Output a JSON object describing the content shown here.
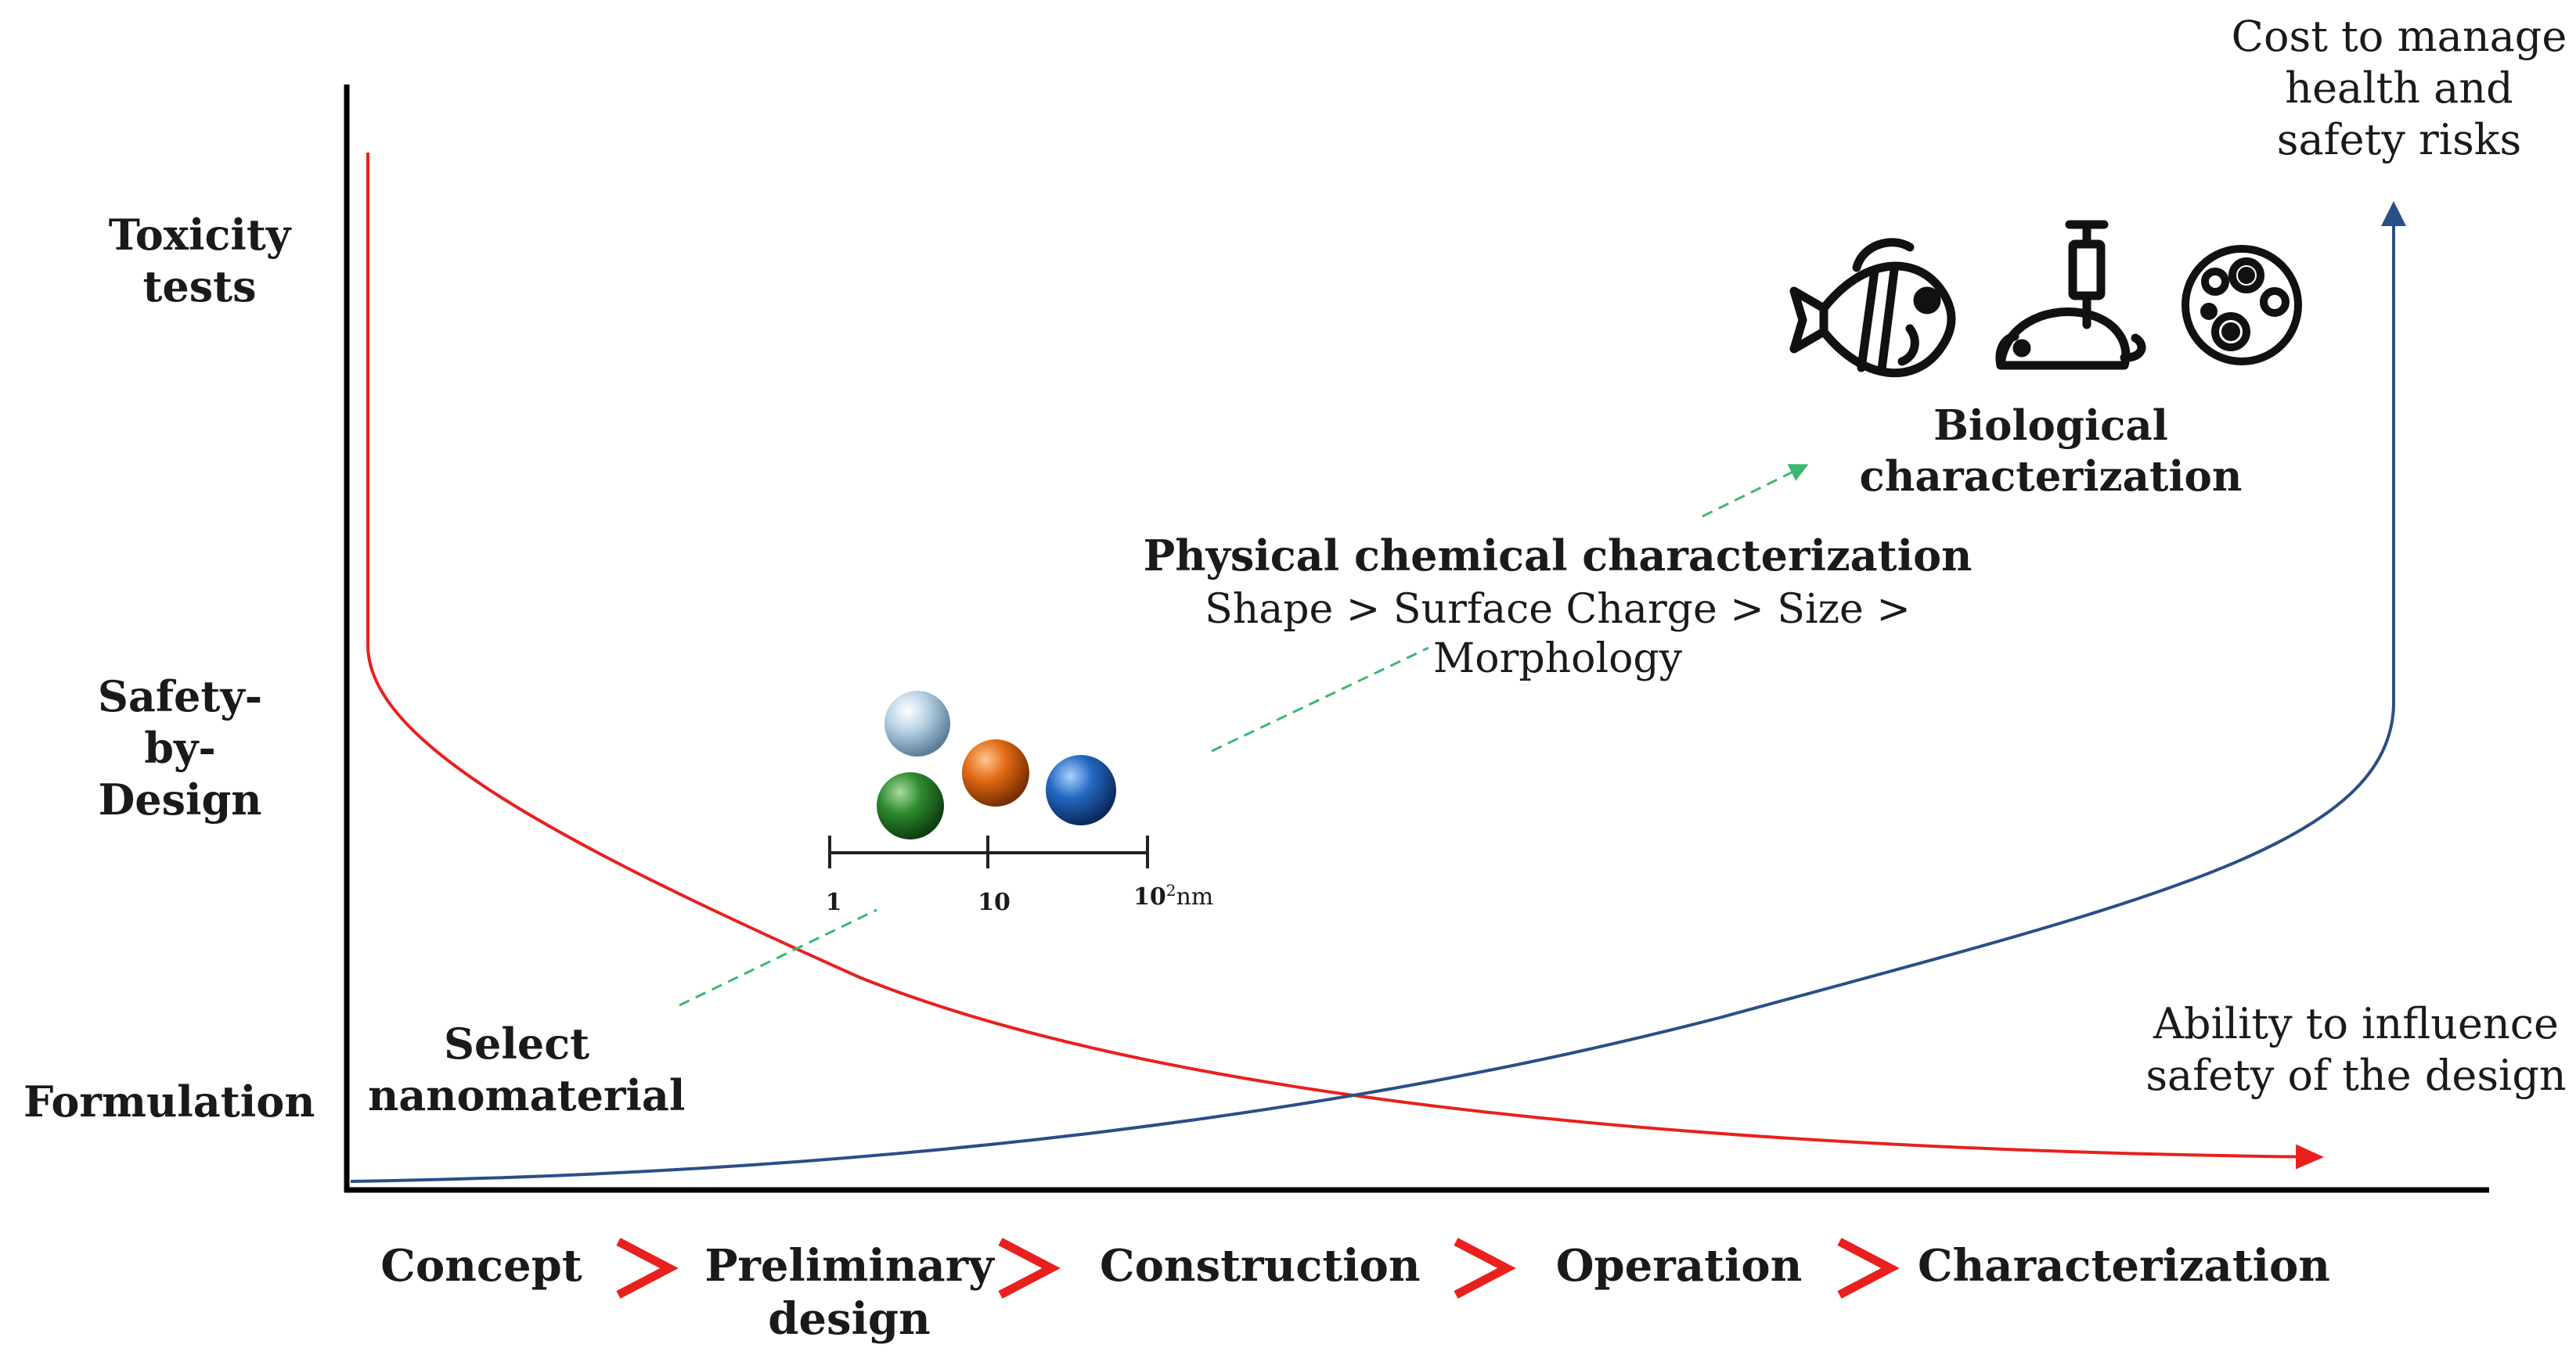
{
  "y_axis_labels": {
    "toxicity": "Toxicity tests",
    "safety_by_design": "Safety-by-Design",
    "formulation": "Formulation"
  },
  "x_axis_stages": [
    "Concept",
    "Preliminary design",
    "Construction",
    "Operation",
    "Characterization"
  ],
  "curves": {
    "cost": "Cost to manage health and safety risks",
    "ability": "Ability to influence safety of the design"
  },
  "steps": {
    "select": "Select nanomaterial",
    "physchem_title": "Physical chemical characterization",
    "physchem_sub": "Shape > Surface Charge > Size > Morphology",
    "biological": "Biological characterization"
  },
  "scale": {
    "tick1": "1",
    "tick2": "10",
    "tick3_base": "10",
    "tick3_exp": "2",
    "tick3_unit": "nm"
  },
  "icons": [
    "fish-icon",
    "lab-mouse-syringe-icon",
    "petri-dish-cells-icon"
  ],
  "colors": {
    "red_curve": "#e8211e",
    "blue_curve": "#2a4f86",
    "dashed_arrow": "#3cb86e",
    "stage_arrow": "#e8211e",
    "sphere_light": "#a9c8dc",
    "sphere_orange": "#d9600c",
    "sphere_green": "#2a7a2a",
    "sphere_blue": "#1f5fae"
  }
}
